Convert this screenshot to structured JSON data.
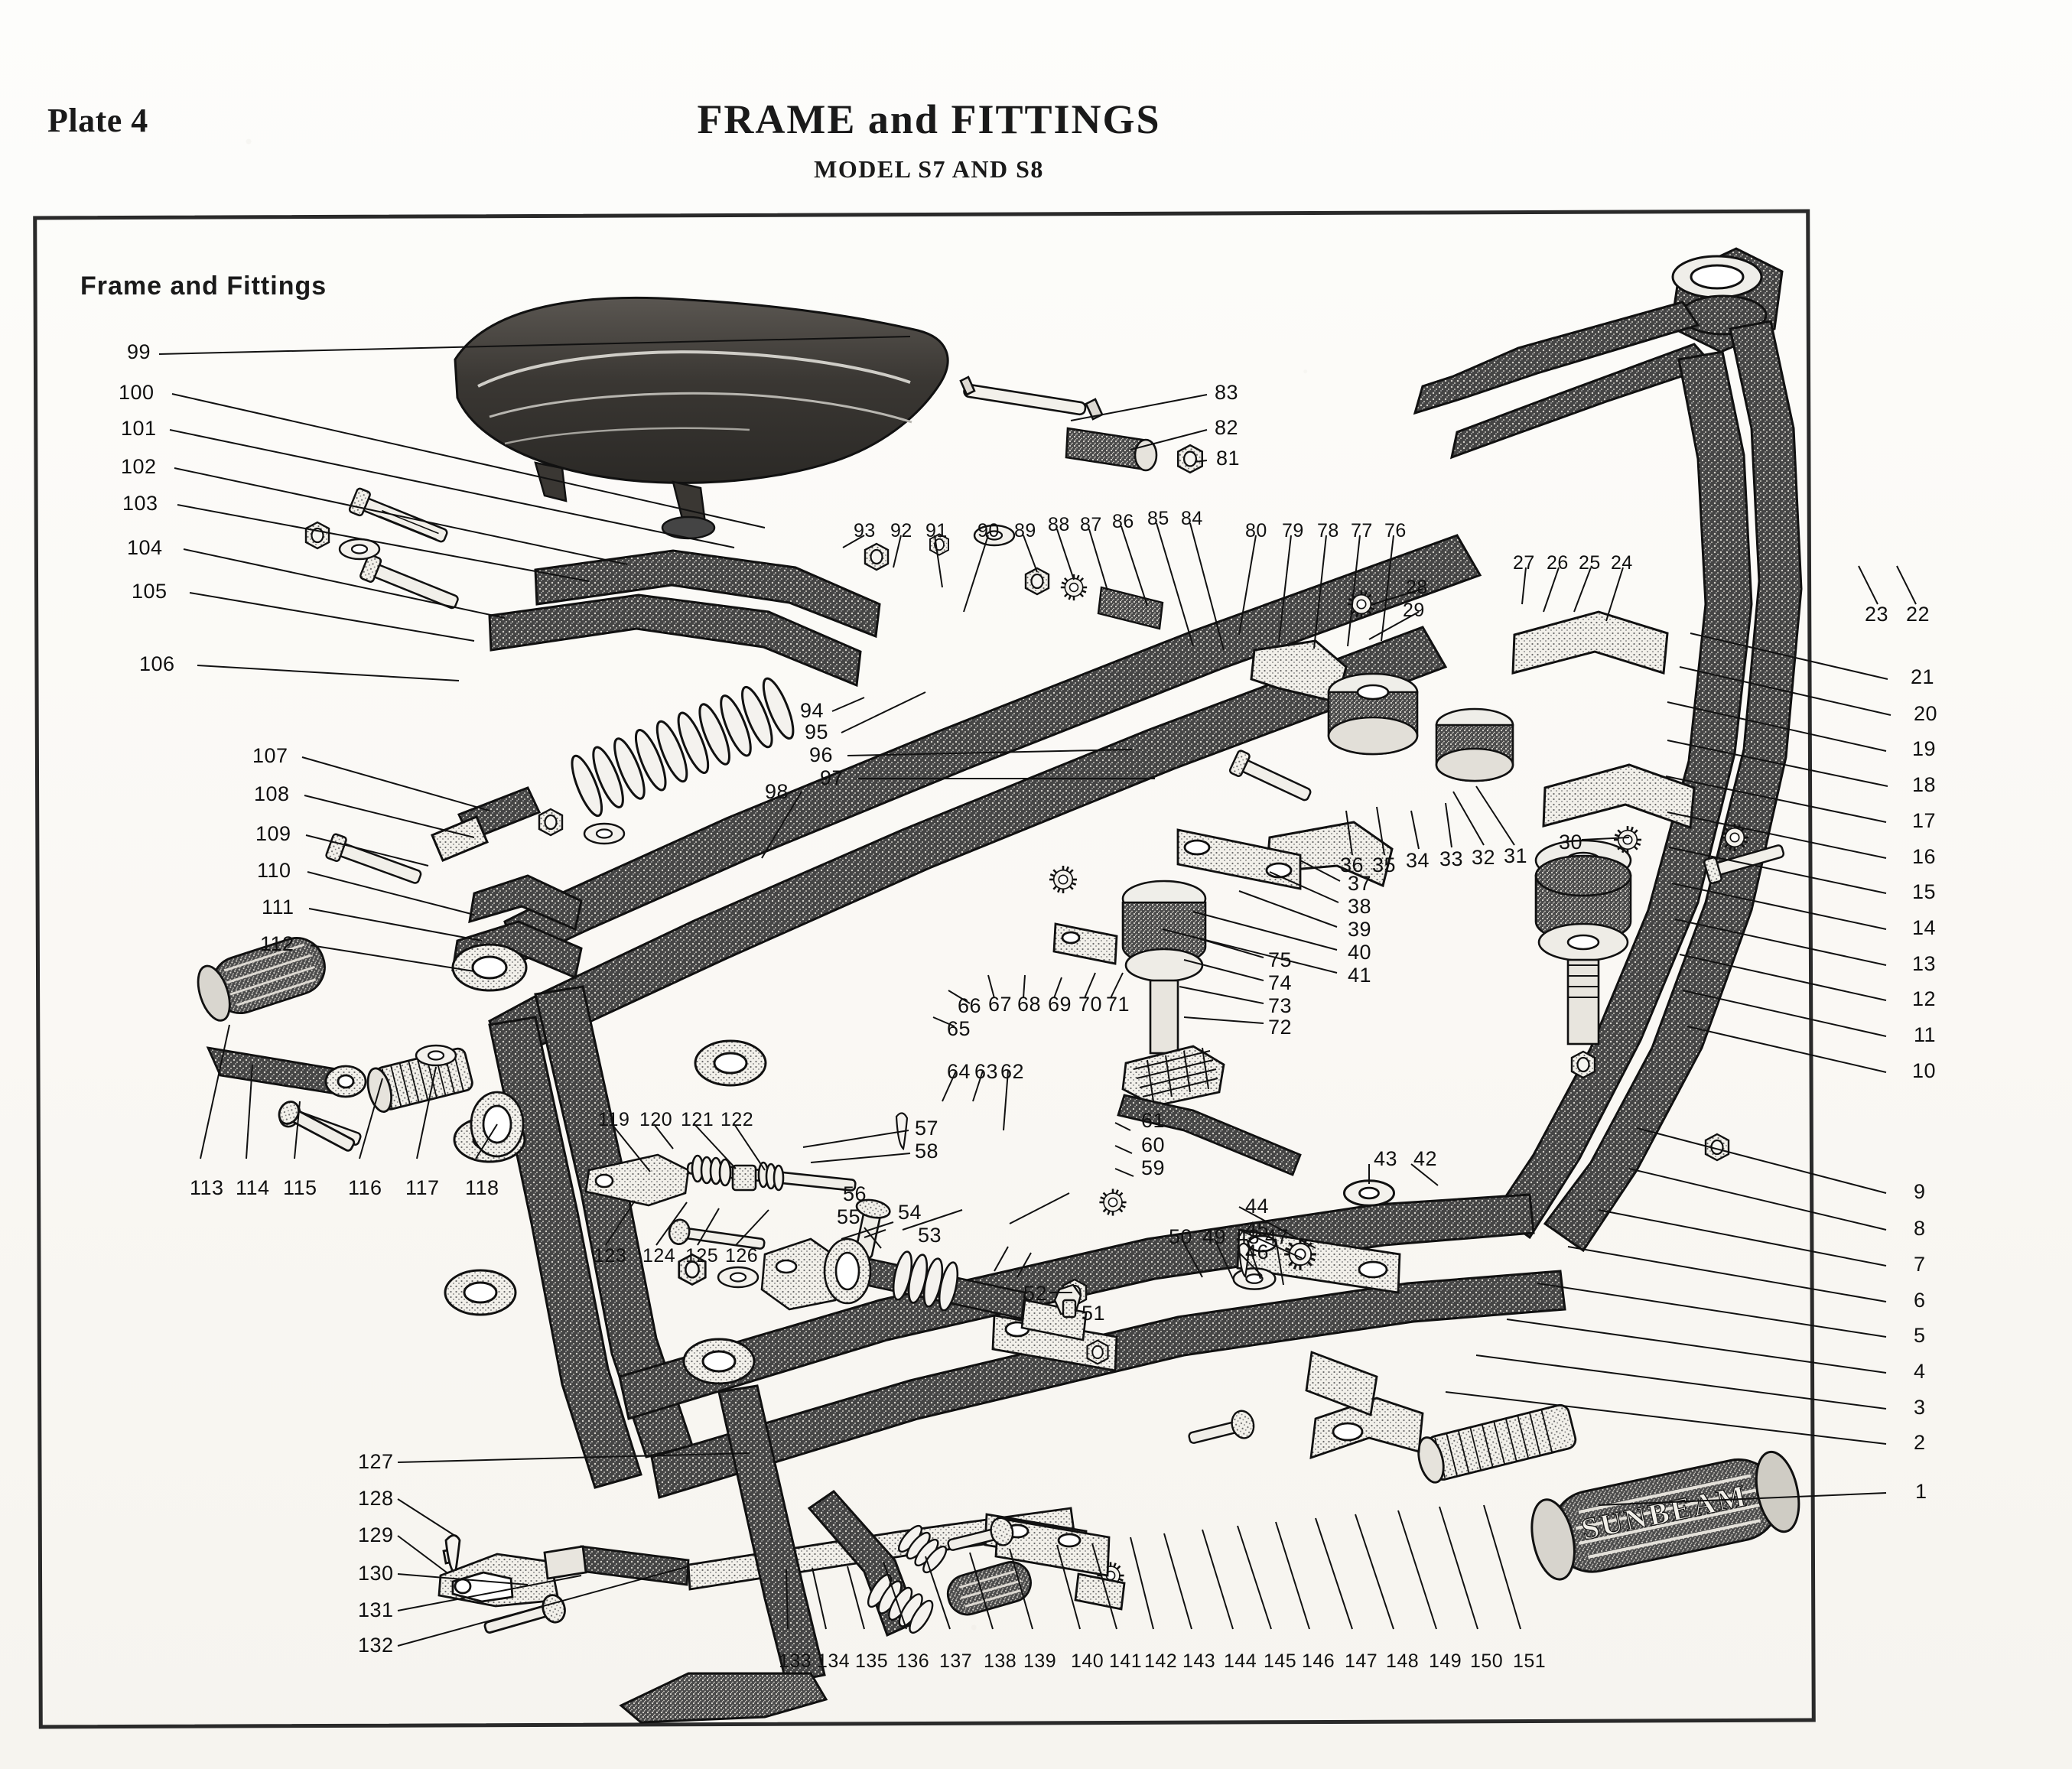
{
  "header": {
    "plate_label": "Plate 4",
    "title": "FRAME and FITTINGS",
    "subtitle": "MODEL S7 AND S8"
  },
  "diagram": {
    "caption": "Frame and Fittings",
    "brand_on_footrest": "SUNBEAM",
    "description": "Exploded isometric parts illustration of a Sunbeam S7/S8 motorcycle frame with saddle, rear springing, footrests, stand, brake rod linkages, bolts, nuts, washers and rubber mountings.",
    "callouts": {
      "left_column_upper": [
        "99",
        "100",
        "101",
        "102",
        "103",
        "104",
        "105",
        "106"
      ],
      "left_column_mid": [
        "107",
        "108",
        "109",
        "110",
        "111",
        "112"
      ],
      "left_row_lower": [
        "113",
        "114",
        "115",
        "116",
        "117",
        "118"
      ],
      "left_column_bottom": [
        "127",
        "128",
        "129",
        "130",
        "131",
        "132"
      ],
      "upper_middle_row": [
        "93",
        "92",
        "91",
        "90",
        "89",
        "88",
        "87",
        "86",
        "85",
        "84",
        "80",
        "79",
        "78",
        "77",
        "76"
      ],
      "seat_rail_group": [
        "83",
        "82",
        "81"
      ],
      "mid_left_stack": [
        "94",
        "95",
        "96",
        "97",
        "98"
      ],
      "top_right_group": [
        "27",
        "26",
        "25",
        "24",
        "28",
        "29",
        "23",
        "22"
      ],
      "centre_row": [
        "36",
        "35",
        "34",
        "33",
        "32",
        "31"
      ],
      "centre_stack": [
        "37",
        "38",
        "39",
        "40",
        "41"
      ],
      "rubber_mount": [
        "30"
      ],
      "bolt_stack": [
        "75",
        "74",
        "73",
        "72"
      ],
      "pedal_row": [
        "66",
        "67",
        "68",
        "69",
        "70",
        "71"
      ],
      "pedal_stack": [
        "65",
        "64",
        "63",
        "62"
      ],
      "rod_group_upper": [
        "119",
        "120",
        "121",
        "122"
      ],
      "rod_group_lower": [
        "123",
        "124",
        "125",
        "126"
      ],
      "spring_group": [
        "57",
        "58",
        "56",
        "55",
        "54",
        "53",
        "52",
        "51"
      ],
      "link_row": [
        "61",
        "60",
        "59"
      ],
      "plate_row": [
        "50",
        "49",
        "48",
        "47"
      ],
      "washer_group": [
        "43",
        "42",
        "44",
        "45",
        "46"
      ],
      "right_column": [
        "21",
        "20",
        "19",
        "18",
        "17",
        "16",
        "15",
        "14",
        "13",
        "12",
        "11",
        "10",
        "9",
        "8",
        "7",
        "6",
        "5",
        "4",
        "3",
        "2",
        "1"
      ],
      "bottom_row": [
        "133",
        "134",
        "135",
        "136",
        "137",
        "138",
        "139",
        "140",
        "141",
        "142",
        "143",
        "144",
        "145",
        "146",
        "147",
        "148",
        "149",
        "150",
        "151"
      ]
    }
  },
  "colors": {
    "ink": "#1a1a1a",
    "paper": "#fbfaf7",
    "border": "#2a2a2a",
    "part_fill": "#3d3d3d",
    "part_light": "#e8e6e0"
  }
}
